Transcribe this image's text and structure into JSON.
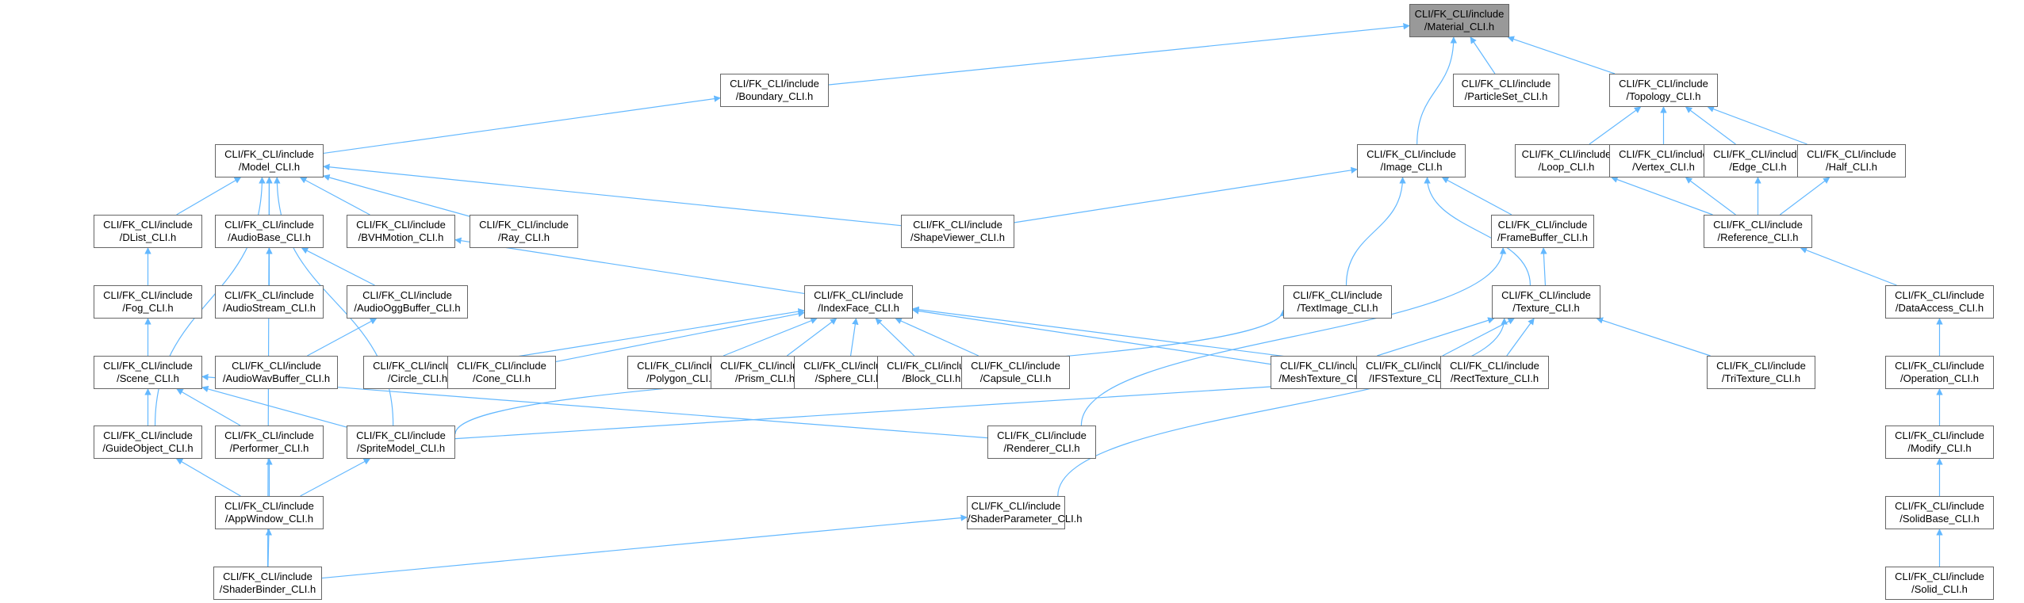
{
  "graph": {
    "type": "include-dependency-graph",
    "edge_color": "#63b8ff",
    "node_border_color": "#666666",
    "root_fill_color": "#999999",
    "nodes": [
      {
        "id": "material",
        "line1": "CLI/FK_CLI/include",
        "line2": "/Material_CLI.h",
        "root": true
      },
      {
        "id": "boundary",
        "line1": "CLI/FK_CLI/include",
        "line2": "/Boundary_CLI.h"
      },
      {
        "id": "particleset",
        "line1": "CLI/FK_CLI/include",
        "line2": "/ParticleSet_CLI.h"
      },
      {
        "id": "topology",
        "line1": "CLI/FK_CLI/include",
        "line2": "/Topology_CLI.h"
      },
      {
        "id": "model",
        "line1": "CLI/FK_CLI/include",
        "line2": "/Model_CLI.h"
      },
      {
        "id": "image",
        "line1": "CLI/FK_CLI/include",
        "line2": "/Image_CLI.h"
      },
      {
        "id": "loop",
        "line1": "CLI/FK_CLI/include",
        "line2": "/Loop_CLI.h"
      },
      {
        "id": "vertex",
        "line1": "CLI/FK_CLI/include",
        "line2": "/Vertex_CLI.h"
      },
      {
        "id": "edge",
        "line1": "CLI/FK_CLI/include",
        "line2": "/Edge_CLI.h"
      },
      {
        "id": "half",
        "line1": "CLI/FK_CLI/include",
        "line2": "/Half_CLI.h"
      },
      {
        "id": "dlist",
        "line1": "CLI/FK_CLI/include",
        "line2": "/DList_CLI.h"
      },
      {
        "id": "audiobase",
        "line1": "CLI/FK_CLI/include",
        "line2": "/AudioBase_CLI.h"
      },
      {
        "id": "bvhmotion",
        "line1": "CLI/FK_CLI/include",
        "line2": "/BVHMotion_CLI.h"
      },
      {
        "id": "ray",
        "line1": "CLI/FK_CLI/include",
        "line2": "/Ray_CLI.h"
      },
      {
        "id": "shapeviewer",
        "line1": "CLI/FK_CLI/include",
        "line2": "/ShapeViewer_CLI.h"
      },
      {
        "id": "framebuffer",
        "line1": "CLI/FK_CLI/include",
        "line2": "/FrameBuffer_CLI.h"
      },
      {
        "id": "reference",
        "line1": "CLI/FK_CLI/include",
        "line2": "/Reference_CLI.h"
      },
      {
        "id": "fog",
        "line1": "CLI/FK_CLI/include",
        "line2": "/Fog_CLI.h"
      },
      {
        "id": "audiostream",
        "line1": "CLI/FK_CLI/include",
        "line2": "/AudioStream_CLI.h"
      },
      {
        "id": "audiooggbuffer",
        "line1": "CLI/FK_CLI/include",
        "line2": "/AudioOggBuffer_CLI.h"
      },
      {
        "id": "indexface",
        "line1": "CLI/FK_CLI/include",
        "line2": "/IndexFace_CLI.h"
      },
      {
        "id": "textimage",
        "line1": "CLI/FK_CLI/include",
        "line2": "/TextImage_CLI.h"
      },
      {
        "id": "texture",
        "line1": "CLI/FK_CLI/include",
        "line2": "/Texture_CLI.h"
      },
      {
        "id": "dataaccess",
        "line1": "CLI/FK_CLI/include",
        "line2": "/DataAccess_CLI.h"
      },
      {
        "id": "scene",
        "line1": "CLI/FK_CLI/include",
        "line2": "/Scene_CLI.h"
      },
      {
        "id": "audiowavbuffer",
        "line1": "CLI/FK_CLI/include",
        "line2": "/AudioWavBuffer_CLI.h"
      },
      {
        "id": "circle",
        "line1": "CLI/FK_CLI/include",
        "line2": "/Circle_CLI.h"
      },
      {
        "id": "cone",
        "line1": "CLI/FK_CLI/include",
        "line2": "/Cone_CLI.h"
      },
      {
        "id": "polygon",
        "line1": "CLI/FK_CLI/include",
        "line2": "/Polygon_CLI.h"
      },
      {
        "id": "prism",
        "line1": "CLI/FK_CLI/include",
        "line2": "/Prism_CLI.h"
      },
      {
        "id": "sphere",
        "line1": "CLI/FK_CLI/include",
        "line2": "/Sphere_CLI.h"
      },
      {
        "id": "block",
        "line1": "CLI/FK_CLI/include",
        "line2": "/Block_CLI.h"
      },
      {
        "id": "capsule",
        "line1": "CLI/FK_CLI/include",
        "line2": "/Capsule_CLI.h"
      },
      {
        "id": "meshtexture",
        "line1": "CLI/FK_CLI/include",
        "line2": "/MeshTexture_CLI.h"
      },
      {
        "id": "ifstexture",
        "line1": "CLI/FK_CLI/include",
        "line2": "/IFSTexture_CLI.h"
      },
      {
        "id": "recttexture",
        "line1": "CLI/FK_CLI/include",
        "line2": "/RectTexture_CLI.h"
      },
      {
        "id": "tritexture",
        "line1": "CLI/FK_CLI/include",
        "line2": "/TriTexture_CLI.h"
      },
      {
        "id": "operation",
        "line1": "CLI/FK_CLI/include",
        "line2": "/Operation_CLI.h"
      },
      {
        "id": "guideobject",
        "line1": "CLI/FK_CLI/include",
        "line2": "/GuideObject_CLI.h"
      },
      {
        "id": "performer",
        "line1": "CLI/FK_CLI/include",
        "line2": "/Performer_CLI.h"
      },
      {
        "id": "spritemodel",
        "line1": "CLI/FK_CLI/include",
        "line2": "/SpriteModel_CLI.h"
      },
      {
        "id": "renderer",
        "line1": "CLI/FK_CLI/include",
        "line2": "/Renderer_CLI.h"
      },
      {
        "id": "modify",
        "line1": "CLI/FK_CLI/include",
        "line2": "/Modify_CLI.h"
      },
      {
        "id": "appwindow",
        "line1": "CLI/FK_CLI/include",
        "line2": "/AppWindow_CLI.h"
      },
      {
        "id": "shaderparameter",
        "line1": "CLI/FK_CLI/include",
        "line2": "/ShaderParameter_CLI.h"
      },
      {
        "id": "solidbase",
        "line1": "CLI/FK_CLI/include",
        "line2": "/SolidBase_CLI.h"
      },
      {
        "id": "shaderbinder",
        "line1": "CLI/FK_CLI/include",
        "line2": "/ShaderBinder_CLI.h"
      },
      {
        "id": "solid",
        "line1": "CLI/FK_CLI/include",
        "line2": "/Solid_CLI.h"
      }
    ],
    "edges": [
      {
        "from": "boundary",
        "to": "material"
      },
      {
        "from": "particleset",
        "to": "material"
      },
      {
        "from": "topology",
        "to": "material"
      },
      {
        "from": "image",
        "to": "material"
      },
      {
        "from": "model",
        "to": "boundary"
      },
      {
        "from": "loop",
        "to": "topology"
      },
      {
        "from": "vertex",
        "to": "topology"
      },
      {
        "from": "edge",
        "to": "topology"
      },
      {
        "from": "half",
        "to": "topology"
      },
      {
        "from": "dlist",
        "to": "model"
      },
      {
        "from": "audiobase",
        "to": "model"
      },
      {
        "from": "bvhmotion",
        "to": "model"
      },
      {
        "from": "ray",
        "to": "model"
      },
      {
        "from": "shapeviewer",
        "to": "model"
      },
      {
        "from": "guideobject",
        "to": "model"
      },
      {
        "from": "spritemodel",
        "to": "model"
      },
      {
        "from": "shaderbinder",
        "to": "model"
      },
      {
        "from": "shapeviewer",
        "to": "image"
      },
      {
        "from": "framebuffer",
        "to": "image"
      },
      {
        "from": "textimage",
        "to": "image"
      },
      {
        "from": "texture",
        "to": "image"
      },
      {
        "from": "reference",
        "to": "loop"
      },
      {
        "from": "reference",
        "to": "vertex"
      },
      {
        "from": "reference",
        "to": "edge"
      },
      {
        "from": "reference",
        "to": "half"
      },
      {
        "from": "fog",
        "to": "dlist"
      },
      {
        "from": "audiostream",
        "to": "audiobase"
      },
      {
        "from": "audiooggbuffer",
        "to": "audiobase"
      },
      {
        "from": "indexface",
        "to": "bvhmotion"
      },
      {
        "from": "texture",
        "to": "framebuffer"
      },
      {
        "from": "renderer",
        "to": "framebuffer"
      },
      {
        "from": "dataaccess",
        "to": "reference"
      },
      {
        "from": "scene",
        "to": "fog"
      },
      {
        "from": "audiowavbuffer",
        "to": "audiooggbuffer"
      },
      {
        "from": "circle",
        "to": "indexface"
      },
      {
        "from": "cone",
        "to": "indexface"
      },
      {
        "from": "polygon",
        "to": "indexface"
      },
      {
        "from": "prism",
        "to": "indexface"
      },
      {
        "from": "sphere",
        "to": "indexface"
      },
      {
        "from": "block",
        "to": "indexface"
      },
      {
        "from": "capsule",
        "to": "indexface"
      },
      {
        "from": "meshtexture",
        "to": "indexface"
      },
      {
        "from": "ifstexture",
        "to": "indexface"
      },
      {
        "from": "spritemodel",
        "to": "textimage"
      },
      {
        "from": "meshtexture",
        "to": "texture"
      },
      {
        "from": "ifstexture",
        "to": "texture"
      },
      {
        "from": "recttexture",
        "to": "texture"
      },
      {
        "from": "tritexture",
        "to": "texture"
      },
      {
        "from": "shaderparameter",
        "to": "texture"
      },
      {
        "from": "operation",
        "to": "dataaccess"
      },
      {
        "from": "guideobject",
        "to": "scene"
      },
      {
        "from": "performer",
        "to": "scene"
      },
      {
        "from": "spritemodel",
        "to": "scene"
      },
      {
        "from": "renderer",
        "to": "scene"
      },
      {
        "from": "spritemodel",
        "to": "recttexture"
      },
      {
        "from": "modify",
        "to": "operation"
      },
      {
        "from": "appwindow",
        "to": "guideobject"
      },
      {
        "from": "appwindow",
        "to": "performer"
      },
      {
        "from": "appwindow",
        "to": "spritemodel"
      },
      {
        "from": "shaderbinder",
        "to": "shaderparameter"
      },
      {
        "from": "solidbase",
        "to": "modify"
      },
      {
        "from": "shaderbinder",
        "to": "appwindow"
      },
      {
        "from": "solid",
        "to": "solidbase"
      }
    ]
  }
}
